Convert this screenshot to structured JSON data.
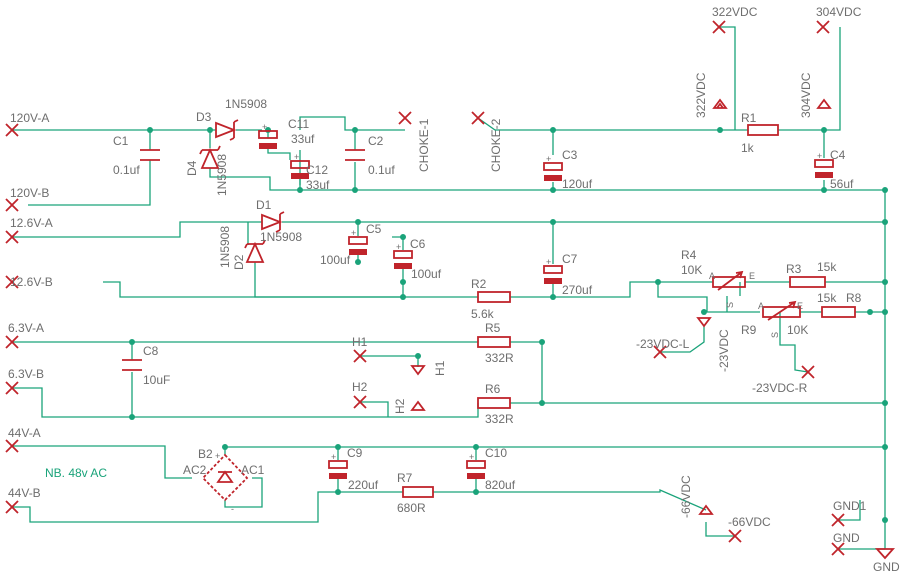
{
  "nets": {
    "v120a": "120V-A",
    "v120b": "120V-B",
    "v126a": "12.6V-A",
    "v126b": "12.6V-B",
    "v63a": "6.3V-A",
    "v63b": "6.3V-B",
    "v44a": "44V-A",
    "v44b": "44V-B",
    "choke1": "CHOKE-1",
    "choke2": "CHOKE-2",
    "v322": "322VDC",
    "v304": "304VDC",
    "m23l": "-23VDC-L",
    "m23": "-23VDC",
    "m23r": "-23VDC-R",
    "m66": "-66VDC",
    "gnd1": "GND1",
    "gnd": "GND",
    "gndsym": "GND"
  },
  "components": {
    "c1": "C1",
    "c1v": "0.1uf",
    "c2": "C2",
    "c2v": "0.1uf",
    "c3": "C3",
    "c3v": "120uf",
    "c4": "C4",
    "c4v": "56uf",
    "c5": "C5",
    "c5v": "100uf",
    "c6": "C6",
    "c6v": "100uf",
    "c7": "C7",
    "c7v": "270uf",
    "c8": "C8",
    "c8v": "10uF",
    "c9": "C9",
    "c9v": "220uf",
    "c10": "C10",
    "c10v": "820uf",
    "c11": "C11",
    "c11v": "33uf",
    "c12": "C12",
    "c12v": "33uf",
    "d1": "D1",
    "d2": "D2",
    "d3": "D3",
    "d4": "D4",
    "dv": "1N5908",
    "r1": "R1",
    "r1v": "1k",
    "r2": "R2",
    "r2v": "5.6k",
    "r3": "R3",
    "r3v": "15k",
    "r4": "R4",
    "r4v": "10K",
    "r5": "R5",
    "r5v": "332R",
    "r6": "R6",
    "r6v": "332R",
    "r7": "R7",
    "r7v": "680R",
    "r8": "R8",
    "r8v": "15k",
    "r9": "R9",
    "r9v": "10K",
    "h1": "H1",
    "h2": "H2",
    "b2": "B2",
    "ac1": "AC1",
    "ac2": "AC2",
    "pin_a": "A",
    "pin_e": "E",
    "pin_s": "S",
    "plus": "+",
    "minus": "-"
  },
  "notes": {
    "nb": "NB. 48v AC"
  },
  "colors": {
    "wire": "#1aa37a",
    "part": "#c0242b",
    "text": "#6e6e6e",
    "background": "#ffffff"
  }
}
